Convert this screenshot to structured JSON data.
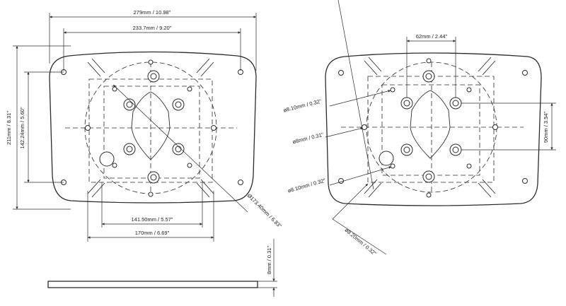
{
  "left_plate": {
    "dim_width_outer": "279mm / 10.98\"",
    "dim_width_holes": "233.7mm / 9.20\"",
    "dim_height_outer": "211mm / 8.31\"",
    "dim_height_holes": "142.24mm / 5.60\"",
    "dim_bottom_inner": "141.50mm / 5.57\"",
    "dim_bottom_outer": "170mm / 6.69\"",
    "dim_circle": "Ø173.40mm / 6.83\""
  },
  "right_plate": {
    "dim_top": "62mm / 2.44\"",
    "dim_hole_a": "ø8.10mm / 0.32\"",
    "dim_hole_b": "ø8mm / 0.31\"",
    "dim_hole_c": "ø8.10mm / 0.32\"",
    "dim_hole_d": "ø8.20mm / 0.32\"",
    "dim_right": "90mm / 3.54\""
  },
  "side_view": {
    "dim_thickness": "8mm / 0.31\""
  }
}
